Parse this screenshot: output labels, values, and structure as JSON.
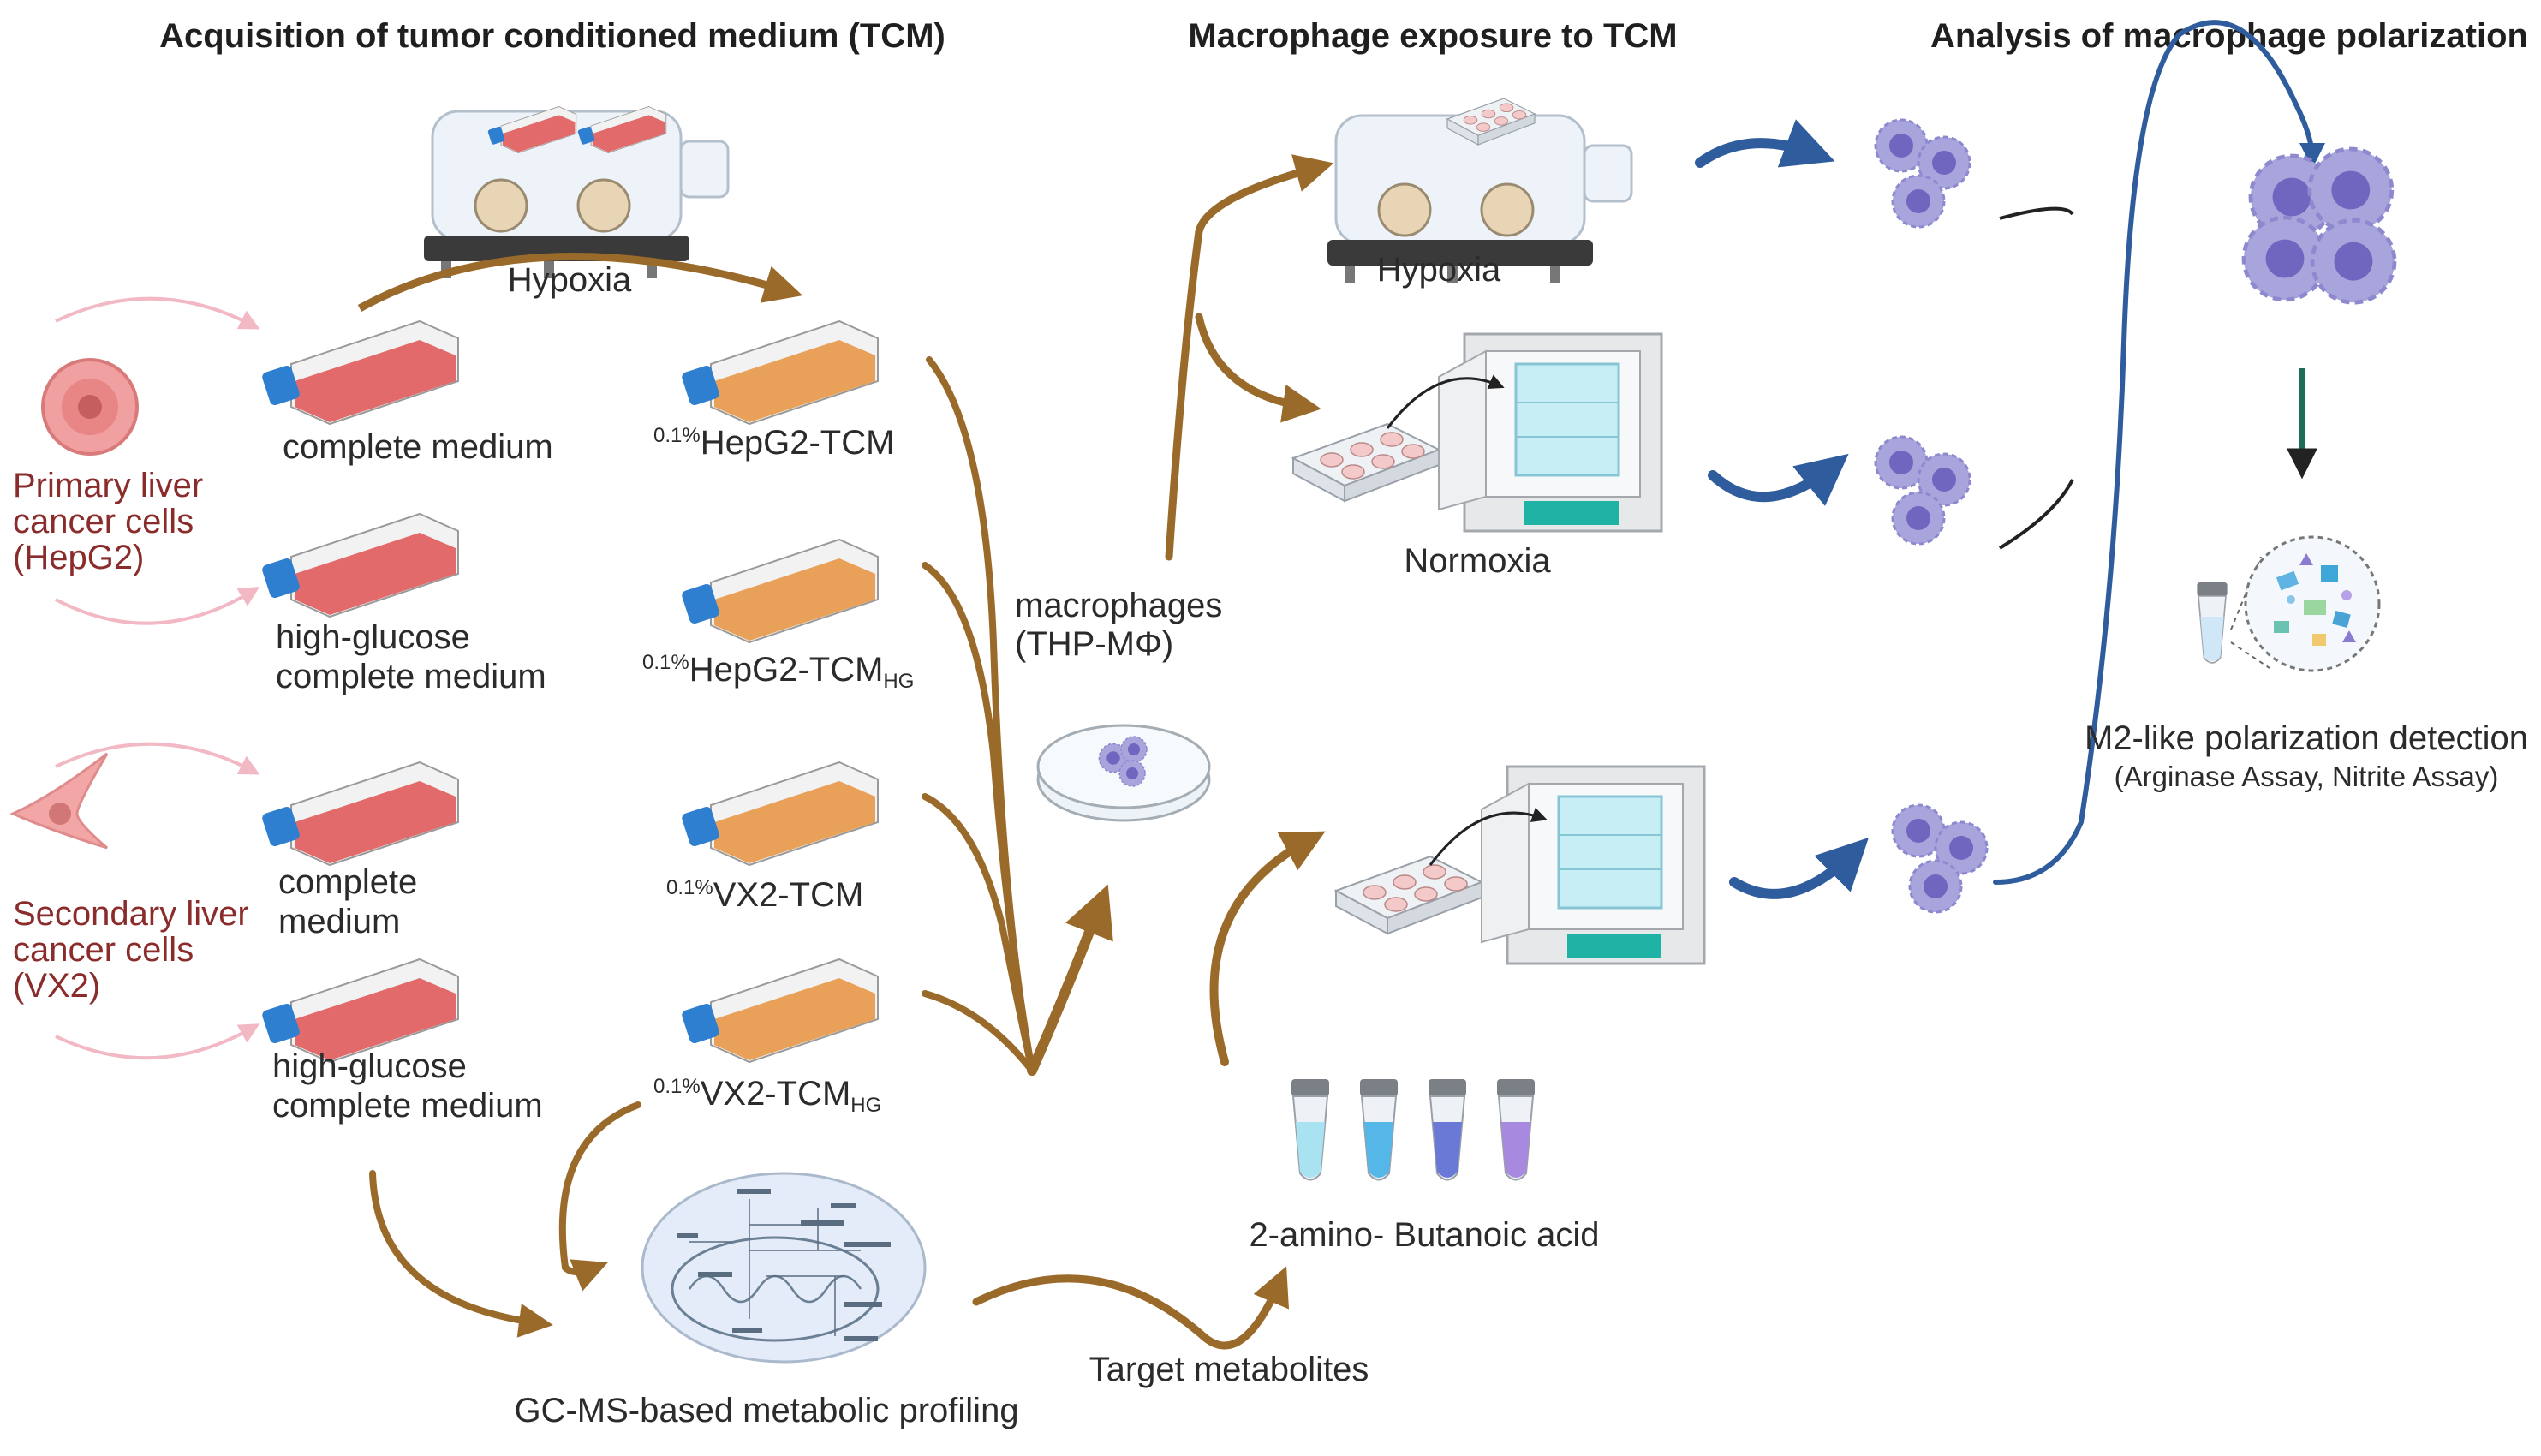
{
  "headers": {
    "acquisition": "Acquisition of tumor conditioned medium (TCM)",
    "exposure": "Macrophage exposure to TCM",
    "analysis": "Analysis of macrophage polarization"
  },
  "labels": {
    "hypoxia_top": "Hypoxia",
    "complete_medium": "complete  medium",
    "high_glucose_1": "high-glucose",
    "complete_medium_2": "complete medium",
    "complete_3": "complete",
    "medium_3": "medium",
    "high_glucose_4": "high-glucose",
    "complete_medium_4": "complete medium",
    "primary_line1": "Primary liver",
    "primary_line2": "cancer cells",
    "primary_line3": "(HepG2)",
    "secondary_line1": "Secondary liver",
    "secondary_line2": "cancer cells",
    "secondary_line3": "(VX2)",
    "tcm_prefix": "0.1%",
    "hepg2_tcm": "HepG2-TCM",
    "hepg2_tcm_hg": "HepG2-TCM",
    "vx2_tcm": "VX2-TCM",
    "vx2_tcm_hg": "VX2-TCM",
    "hg_sub": "HG",
    "macrophages_1": "macrophages",
    "macrophages_2": "(THP-MΦ)",
    "hypoxia_mid": "Hypoxia",
    "normoxia": "Normoxia",
    "amino_acid": "2-amino- Butanoic acid",
    "target_metabolites": "Target metabolites",
    "gcms": "GC-MS-based metabolic profiling",
    "m2_detection": "M2-like polarization detection",
    "assays": "(Arginase Assay, Nitrite Assay)"
  },
  "colors": {
    "arrow_brown": "#9a6a2a",
    "arrow_blue": "#2f5c9c",
    "flask_red": "#e26a6a",
    "flask_orange": "#e9a15a",
    "flask_cap": "#2f7fd1",
    "macrophage": "#a8a4dc",
    "pink_arrow": "#f2b8c4",
    "text_red": "#8b2c2c"
  },
  "icons": [
    "hypoxia-chamber-icon",
    "cell-flask-icon",
    "tcm-flask-icon",
    "incubator-icon",
    "well-plate-icon",
    "petri-dish-icon",
    "macrophage-cluster-icon",
    "tube-icon",
    "mitochondria-pathway-icon",
    "hepg2-cell-icon",
    "vx2-cell-icon"
  ]
}
